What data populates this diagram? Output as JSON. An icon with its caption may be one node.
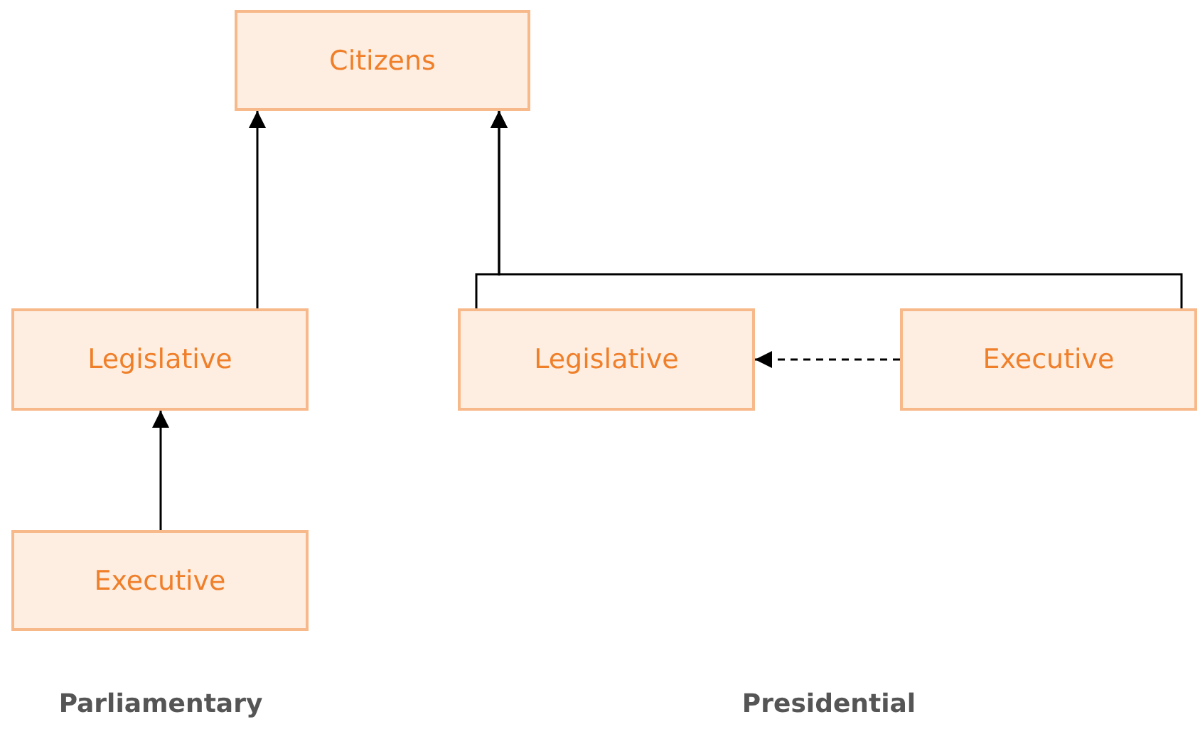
{
  "diagram": {
    "nodes": [
      {
        "text": [
          "Citizens"
        ]
      },
      {
        "text": [
          "Legislative"
        ]
      },
      {
        "text": [
          "Executive"
        ]
      },
      {
        "text": [
          "Legislative"
        ]
      },
      {
        "text": [
          "Executive"
        ]
      }
    ],
    "edges": [
      {
        "from": 2,
        "to": 1,
        "arrow": "to"
      },
      {
        "from": 1,
        "to": 0,
        "arrow": "to"
      },
      {
        "from": 3,
        "to": 0,
        "arrow": "to"
      },
      {
        "from": 4,
        "to": 0,
        "arrow": "to"
      },
      {
        "from": 4,
        "to": 3,
        "arrow": "to",
        "style": "dashed"
      }
    ],
    "labels": [
      "Parliamentary",
      "Presidential"
    ]
  }
}
